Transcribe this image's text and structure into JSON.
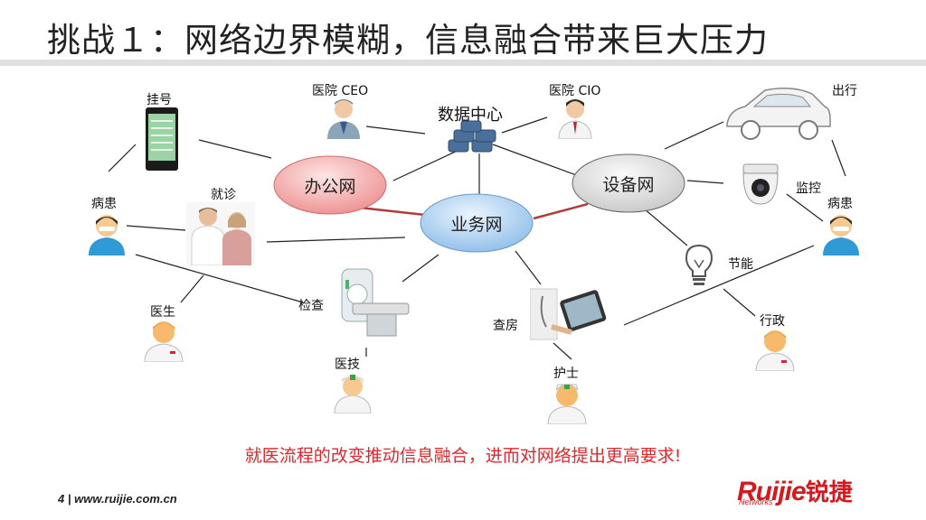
{
  "title": "挑战１：网络边界模糊，信息融合带来巨大压力",
  "networks": {
    "office": "办公网",
    "business": "业务网",
    "device": "设备网"
  },
  "labels": {
    "datacenter": "数据中心",
    "ceo": "医院 CEO",
    "cio": "医院 CIO",
    "register": "挂号",
    "visit": "就诊",
    "patient_left": "病患",
    "doctor": "医生",
    "exam": "检查",
    "tech": "医技",
    "rounds": "查房",
    "nurse": "护士",
    "travel": "出行",
    "monitor": "监控",
    "patient_right": "病患",
    "energy": "节能",
    "admin": "行政"
  },
  "bottom_text": "就医流程的改变推动信息融合，进而对网络提出更高要求!",
  "footer": "4 | www.ruijie.com.cn",
  "logo": {
    "brand": "Ruijie",
    "cn": "锐捷",
    "networks": "Networks"
  },
  "colors": {
    "office_ellipse": "#f0a5a5",
    "business_ellipse": "#a9cdef",
    "device_ellipse": "#dcdcdc",
    "accent_red": "#e0262b"
  }
}
